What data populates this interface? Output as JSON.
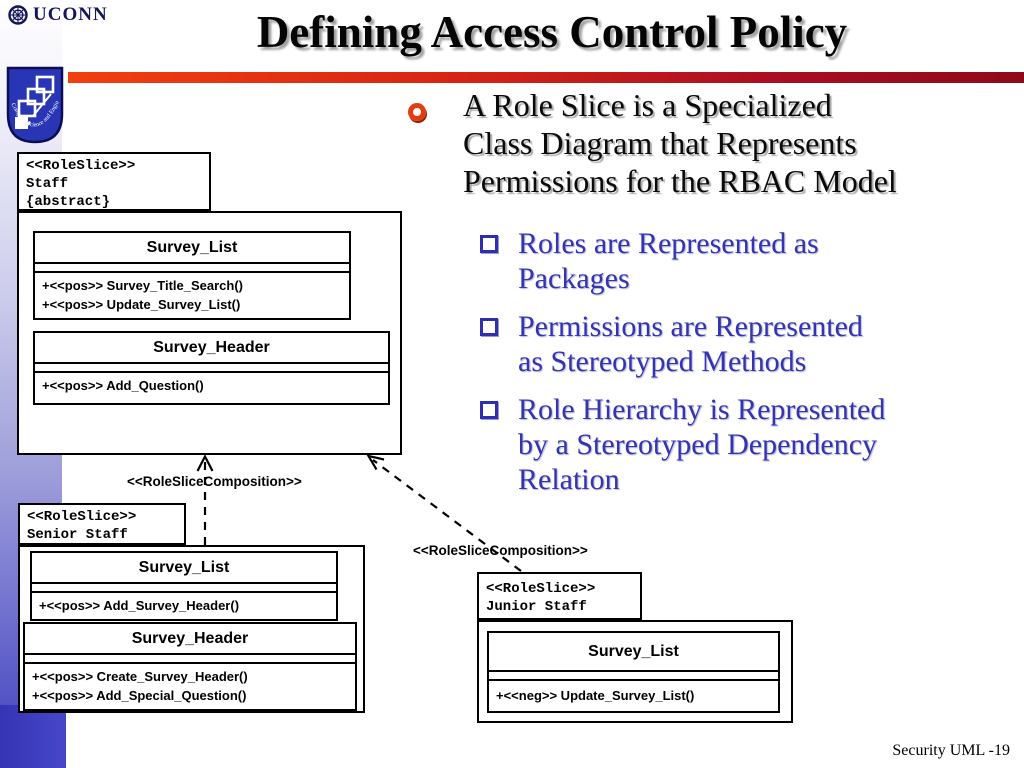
{
  "header": {
    "uconn_wordmark": "UCONN",
    "shield_text": "Computer Science and Engineering",
    "title": "Defining Access Control Policy"
  },
  "bullets": {
    "main": {
      "lines": [
        "A Role Slice is a Specialized",
        "Class Diagram that Represents",
        "Permissions for the RBAC Model"
      ]
    },
    "sub": [
      {
        "lines": [
          "Roles are Represented as",
          "Packages"
        ]
      },
      {
        "lines": [
          "Permissions are Represented",
          "as Stereotyped Methods"
        ]
      },
      {
        "lines": [
          "Role Hierarchy is Represented",
          "by a Stereotyped Dependency",
          "Relation"
        ]
      }
    ]
  },
  "diagram": {
    "packages": [
      {
        "stereotype": "<<RoleSlice>>",
        "name": "Staff",
        "modifier": "{abstract}",
        "classes": [
          {
            "name": "Survey_List",
            "methods": [
              "+<<pos>> Survey_Title_Search()",
              "+<<pos>> Update_Survey_List()"
            ]
          },
          {
            "name": "Survey_Header",
            "methods": [
              "+<<pos>> Add_Question()"
            ]
          }
        ]
      },
      {
        "stereotype": "<<RoleSlice>>",
        "name": "Senior Staff",
        "classes": [
          {
            "name": "Survey_List",
            "methods": [
              "+<<pos>> Add_Survey_Header()"
            ]
          },
          {
            "name": "Survey_Header",
            "methods": [
              "+<<pos>> Create_Survey_Header()",
              "+<<pos>> Add_Special_Question()"
            ]
          }
        ]
      },
      {
        "stereotype": "<<RoleSlice>>",
        "name": "Junior Staff",
        "classes": [
          {
            "name": "Survey_List",
            "methods": [
              "+<<neg>> Update_Survey_List()"
            ]
          }
        ]
      }
    ],
    "relation_labels": [
      "<<RoleSliceComposition>>",
      "<<RoleSliceComposition>>"
    ]
  },
  "footer": {
    "page_label": "Security UML -19"
  },
  "colors": {
    "accent_red": "#d92613",
    "band_blue": "#3e3ebc",
    "bullet_blue": "#3434b2",
    "seal_navy": "#14145a"
  }
}
